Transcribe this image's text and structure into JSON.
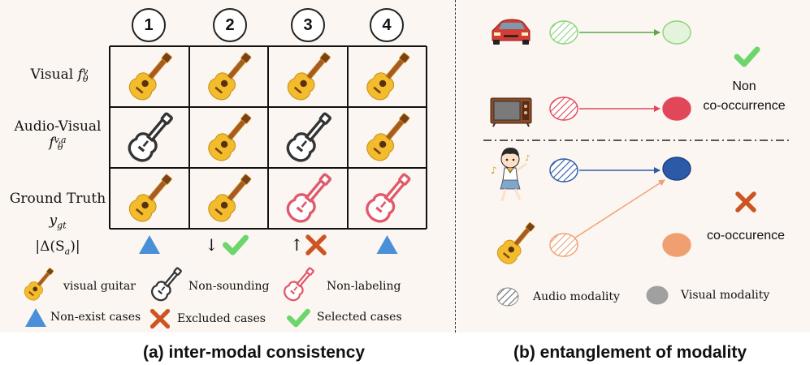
{
  "panel_a": {
    "column_numbers": [
      "1",
      "2",
      "3",
      "4"
    ],
    "row_labels": {
      "visual": "Visual",
      "visual_sym": "f",
      "visual_sup": "v",
      "visual_sub": "θ",
      "audio_visual": "Audio-Visual",
      "av_sym": "f",
      "av_sup": "v,a",
      "av_sub": "θ",
      "ground_truth": "Ground Truth",
      "gt_sym": "y",
      "gt_sub": "gt",
      "delta": "|Δ(S",
      "delta_sub": "a",
      "delta_end": ")|"
    },
    "grid": [
      [
        "visual",
        "visual",
        "visual",
        "visual"
      ],
      [
        "non-sounding",
        "visual",
        "non-sounding",
        "visual"
      ],
      [
        "visual",
        "visual",
        "non-labeling",
        "non-labeling"
      ]
    ],
    "delta_row": [
      {
        "arrow": "",
        "mark": "triangle"
      },
      {
        "arrow": "↓",
        "mark": "check"
      },
      {
        "arrow": "↑",
        "mark": "cross"
      },
      {
        "arrow": "",
        "mark": "triangle"
      }
    ],
    "legend": {
      "visual_guitar": "visual guitar",
      "non_sounding": "Non-sounding",
      "non_labeling": "Non-labeling",
      "non_exist": "Non-exist cases",
      "excluded": "Excluded cases",
      "selected": "Selected cases"
    },
    "caption": "(a) inter-modal consistency"
  },
  "panel_b": {
    "non_line1": "Non",
    "non_line2": "co-occurrence",
    "co_occurrence": "co-occurence",
    "audio_modality": "Audio modality",
    "visual_modality": "Visual modality",
    "caption": "(b) entanglement  of modality"
  },
  "colors": {
    "guitar_body": "#f2bc2c",
    "guitar_neck": "#a85a22",
    "non_sounding": "#333333",
    "non_labeling": "#e05a6a",
    "triangle": "#4a90d9",
    "check": "#6cd66c",
    "cross": "#cc5522",
    "green_node": "#8bd47a",
    "red_node": "#e0485a",
    "blue_node": "#2c5aa8",
    "orange_node": "#f0a070"
  }
}
